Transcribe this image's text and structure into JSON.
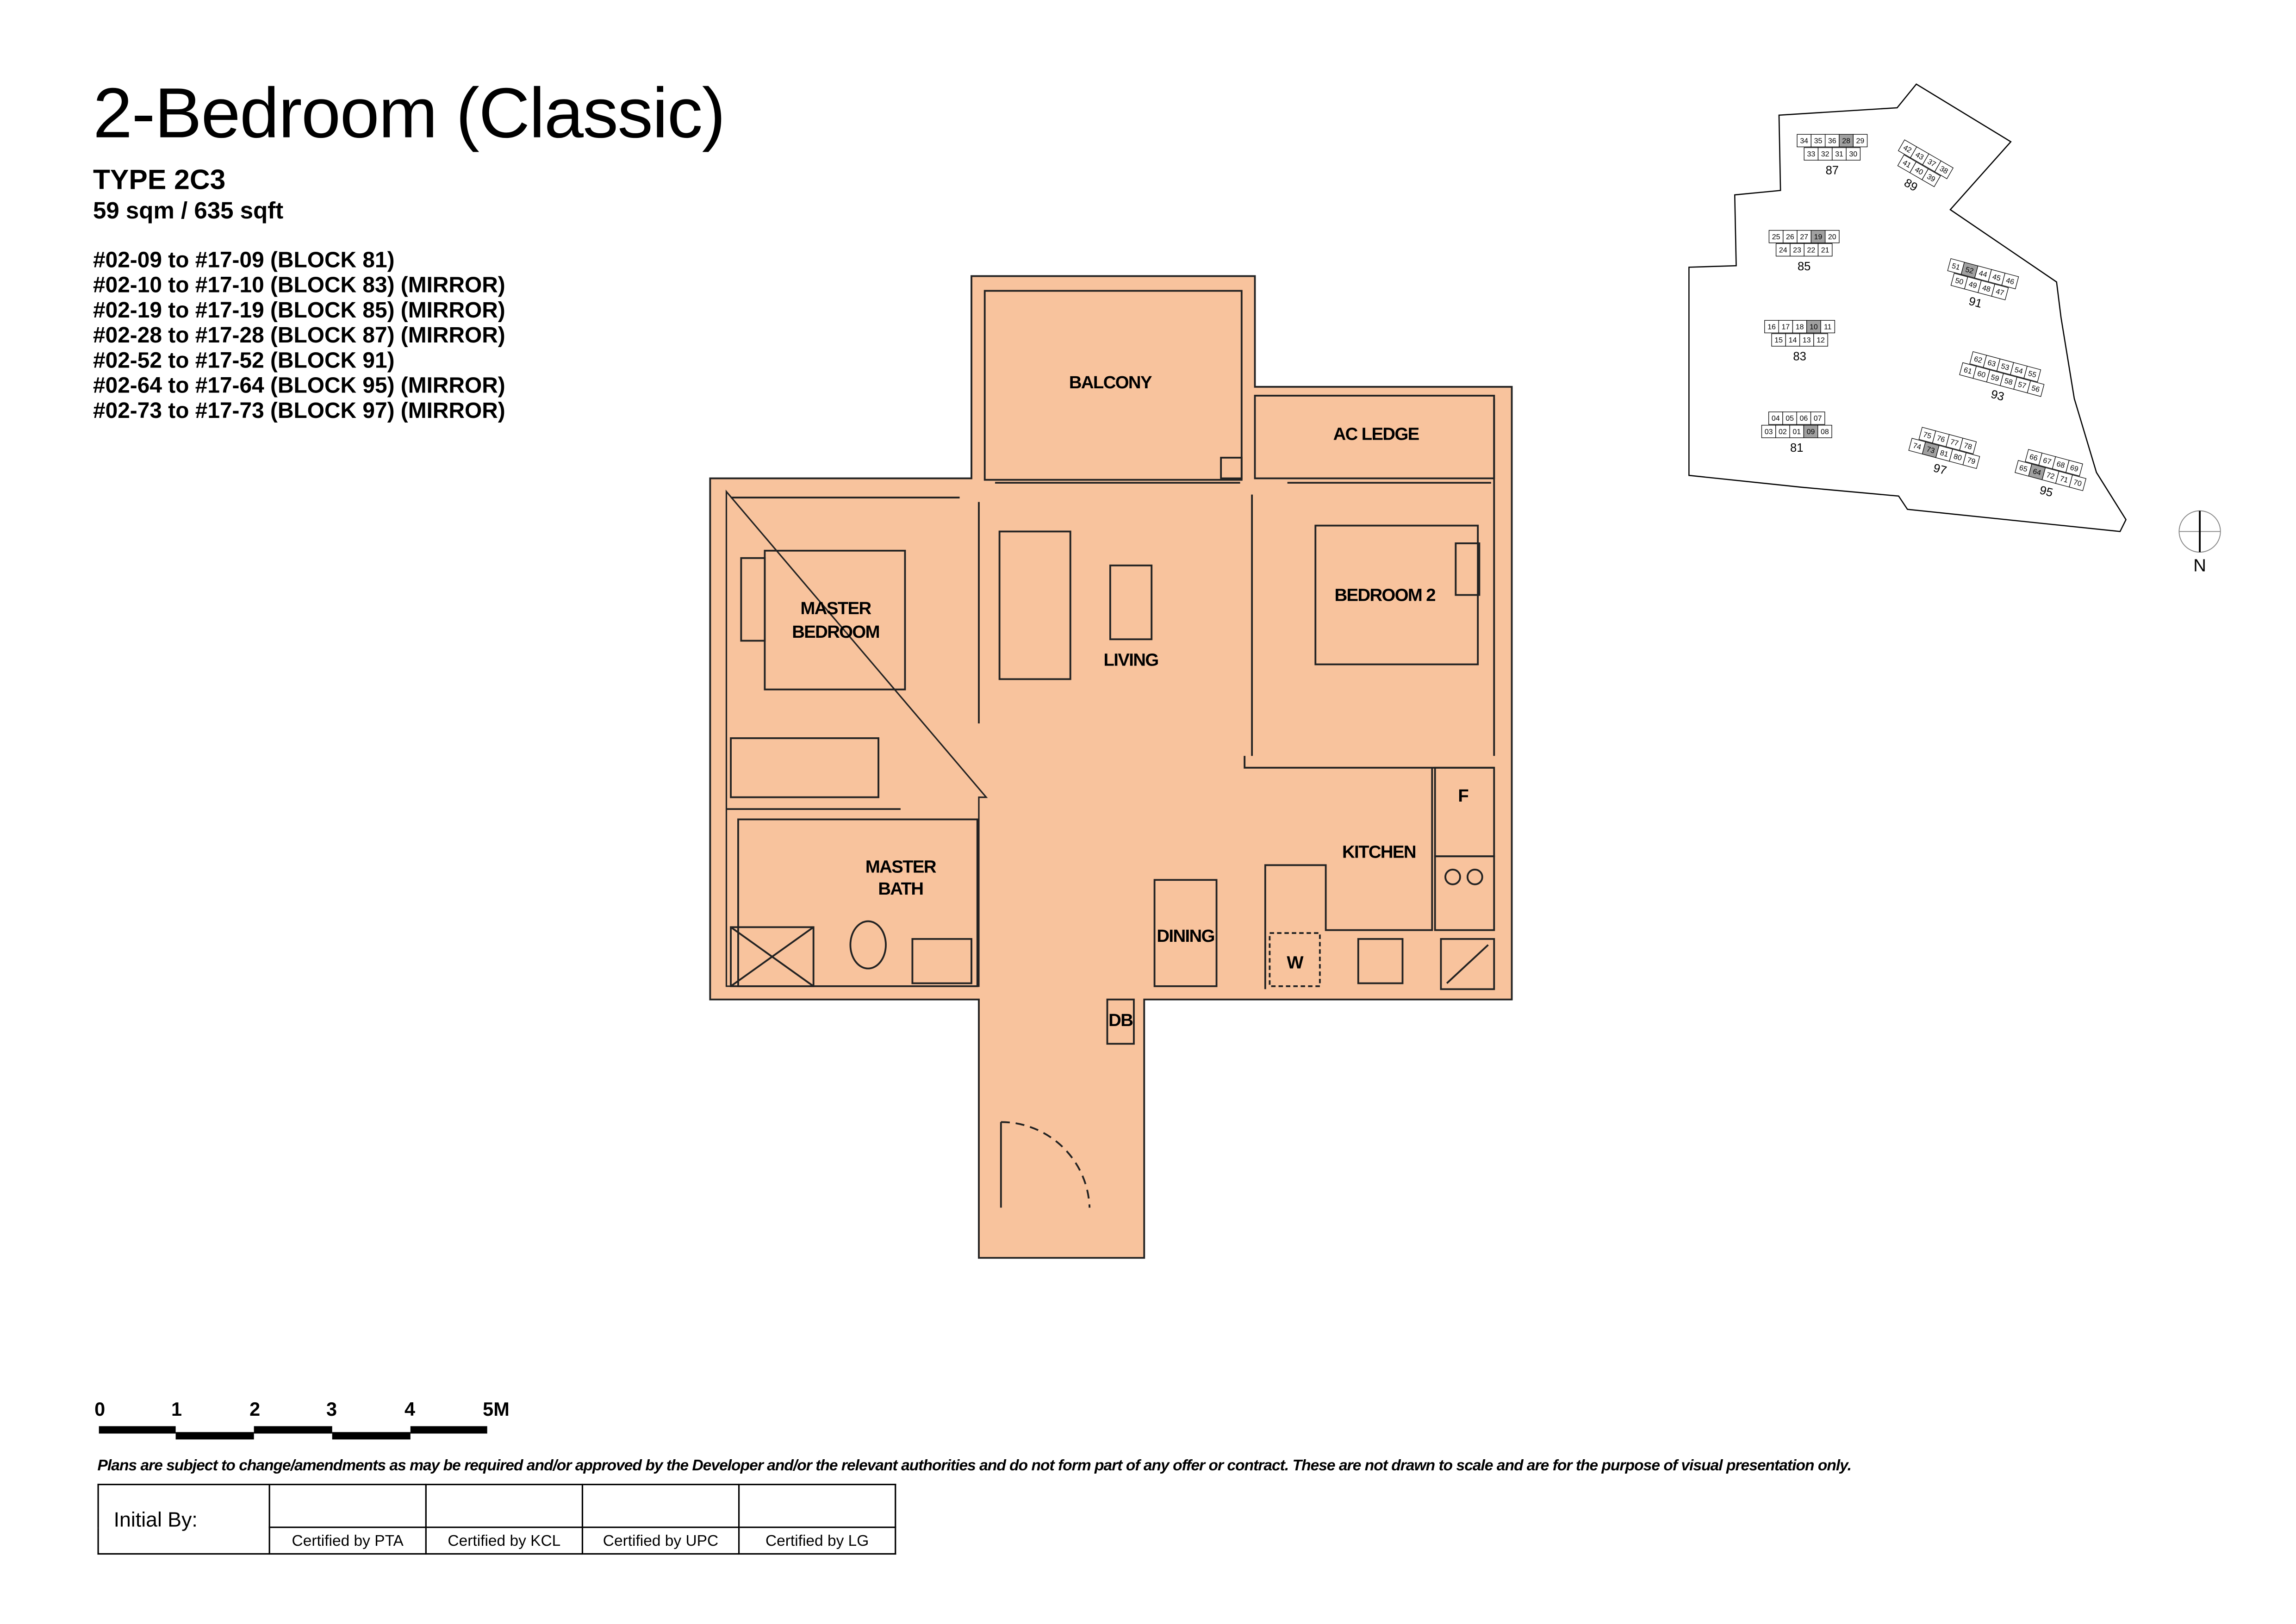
{
  "header": {
    "title": "2-Bedroom (Classic)",
    "type": "TYPE  2C3",
    "area": "59 sqm / 635 sqft",
    "unit_ranges": [
      "#02-09 to #17-09 (BLOCK 81)",
      "#02-10 to #17-10 (BLOCK 83) (MIRROR)",
      "#02-19 to #17-19 (BLOCK 85) (MIRROR)",
      "#02-28 to #17-28 (BLOCK 87) (MIRROR)",
      "#02-52 to #17-52 (BLOCK 91)",
      "#02-64 to #17-64 (BLOCK 95) (MIRROR)",
      "#02-73 to #17-73 (BLOCK 97) (MIRROR)"
    ]
  },
  "plan": {
    "fill_color": "#f8c39d",
    "rooms": {
      "balcony": "BALCONY",
      "ac_ledge": "AC LEDGE",
      "master_bedroom_1": "MASTER",
      "master_bedroom_2": "BEDROOM",
      "living": "LIVING",
      "bedroom2": "BEDROOM 2",
      "master_bath_1": "MASTER",
      "master_bath_2": "BATH",
      "kitchen": "KITCHEN",
      "fridge": "F",
      "dining": "DINING",
      "washer": "W",
      "db": "DB"
    }
  },
  "key_plan": {
    "highlight_color": "#a0a0a0",
    "north": "N",
    "blocks": [
      {
        "name": "87",
        "top": [
          "34",
          "35",
          "36",
          "28",
          "29"
        ],
        "bottom": [
          "33",
          "32",
          "31",
          "30"
        ],
        "highlight": "28"
      },
      {
        "name": "89",
        "top": [
          "42",
          "43",
          "37",
          "38"
        ],
        "bottom": [
          "41",
          "40",
          "39"
        ],
        "highlight": ""
      },
      {
        "name": "85",
        "top": [
          "25",
          "26",
          "27",
          "19",
          "20"
        ],
        "bottom": [
          "24",
          "23",
          "22",
          "21"
        ],
        "highlight": "19"
      },
      {
        "name": "91",
        "top": [
          "51",
          "52",
          "44",
          "45",
          "46"
        ],
        "bottom": [
          "50",
          "49",
          "48",
          "47"
        ],
        "highlight": "52"
      },
      {
        "name": "83",
        "top": [
          "16",
          "17",
          "18",
          "10",
          "11"
        ],
        "bottom": [
          "15",
          "14",
          "13",
          "12"
        ],
        "highlight": "10"
      },
      {
        "name": "93",
        "top": [
          "62",
          "63",
          "53",
          "54",
          "55"
        ],
        "bottom": [
          "61",
          "60",
          "59",
          "58",
          "57",
          "56"
        ],
        "highlight": ""
      },
      {
        "name": "81",
        "top": [
          "04",
          "05",
          "06",
          "07"
        ],
        "bottom": [
          "03",
          "02",
          "01",
          "09",
          "08"
        ],
        "highlight": "09"
      },
      {
        "name": "97",
        "top": [
          "75",
          "76",
          "77",
          "78"
        ],
        "bottom": [
          "74",
          "73",
          "81",
          "80",
          "79"
        ],
        "highlight": "73"
      },
      {
        "name": "95",
        "top": [
          "66",
          "67",
          "68",
          "69"
        ],
        "bottom": [
          "65",
          "64",
          "72",
          "71",
          "70"
        ],
        "highlight": "64"
      }
    ]
  },
  "scale_bar": {
    "labels": [
      "0",
      "1",
      "2",
      "3",
      "4",
      "5M"
    ]
  },
  "disclaimer": "Plans are subject to change/amendments as may be required and/or approved by  the Developer and/or the relevant authorities and do not form part of any offer or contract. These are not drawn to scale and are for the purpose of visual presentation only.",
  "signoff": {
    "initial_label": "Initial By:",
    "certs": [
      "Certified by PTA",
      "Certified by KCL",
      "Certified by UPC",
      "Certified by LG"
    ]
  }
}
